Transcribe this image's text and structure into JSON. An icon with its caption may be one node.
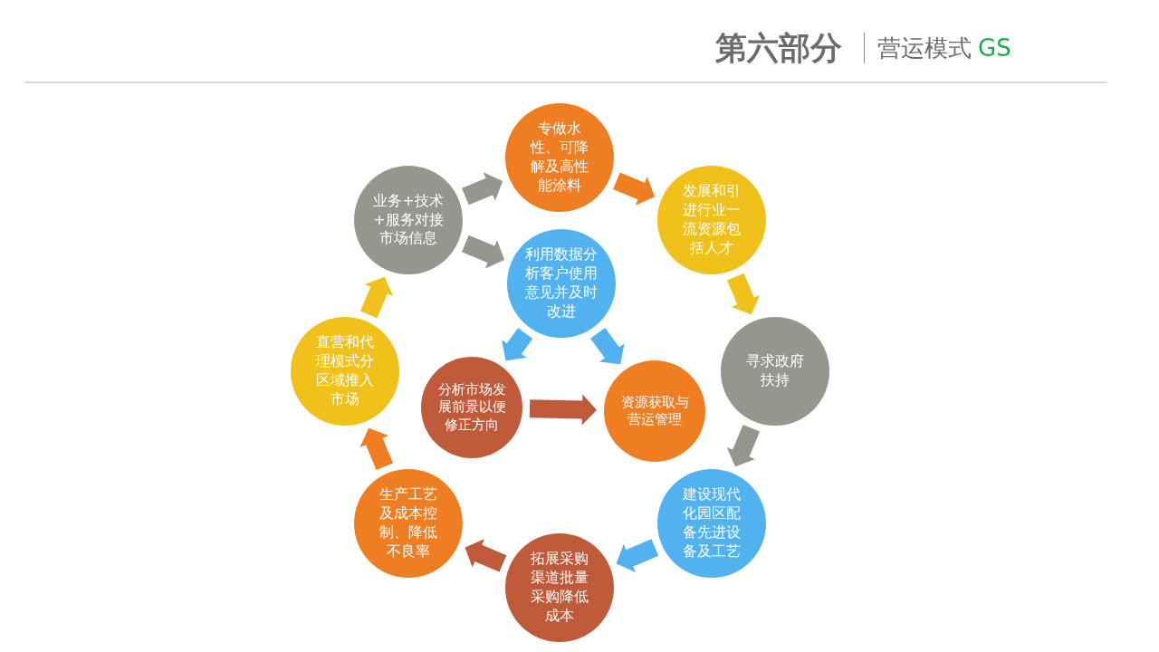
{
  "diagram": {
    "title": "第六部分",
    "nodes": [
      {
        "text": [
          "专做水性、可降解及高性能涂料"
        ]
      },
      {
        "text": [
          "发展和引进行业一流资源包括人才"
        ]
      },
      {
        "text": [
          "寻求政府扶持"
        ]
      },
      {
        "text": [
          "建设现代化园区配备先进设备及工艺"
        ]
      },
      {
        "text": [
          "拓展采购渠道批量采购降低成本"
        ]
      },
      {
        "text": [
          "生产工艺及成本控制、降低不良率"
        ]
      },
      {
        "text": [
          "直营和代理模式分区域推入市场"
        ]
      },
      {
        "text": [
          "业务+技术+服务对接市场信息"
        ]
      },
      {
        "text": [
          "利用数据分析客户使用意见并及时改进"
        ]
      },
      {
        "text": [
          "分析市场发展前景以便修正方向"
        ]
      },
      {
        "text": [
          "资源获取与营运管理"
        ]
      }
    ],
    "edges": [
      {
        "from": 7,
        "to": 0,
        "arrow": "to",
        "color": "#96958e"
      },
      {
        "from": 0,
        "to": 1,
        "arrow": "to",
        "color": "#ef7d22"
      },
      {
        "from": 1,
        "to": 2,
        "arrow": "to",
        "color": "#f0c11b"
      },
      {
        "from": 2,
        "to": 3,
        "arrow": "to",
        "color": "#96958e"
      },
      {
        "from": 3,
        "to": 4,
        "arrow": "to",
        "color": "#52b2ef"
      },
      {
        "from": 4,
        "to": 5,
        "arrow": "to",
        "color": "#bf5a3b"
      },
      {
        "from": 5,
        "to": 6,
        "arrow": "to",
        "color": "#ef7d22"
      },
      {
        "from": 6,
        "to": 7,
        "arrow": "to",
        "color": "#f0c11b"
      },
      {
        "from": 7,
        "to": 8,
        "arrow": "to",
        "color": "#96958e"
      },
      {
        "from": 8,
        "to": 9,
        "arrow": "to",
        "color": "#52b2ef"
      },
      {
        "from": 8,
        "to": 10,
        "arrow": "to",
        "color": "#52b2ef"
      },
      {
        "from": 9,
        "to": 10,
        "arrow": "to",
        "color": "#bf5a3b"
      }
    ],
    "labels": [
      "营运模式",
      "GS"
    ]
  }
}
